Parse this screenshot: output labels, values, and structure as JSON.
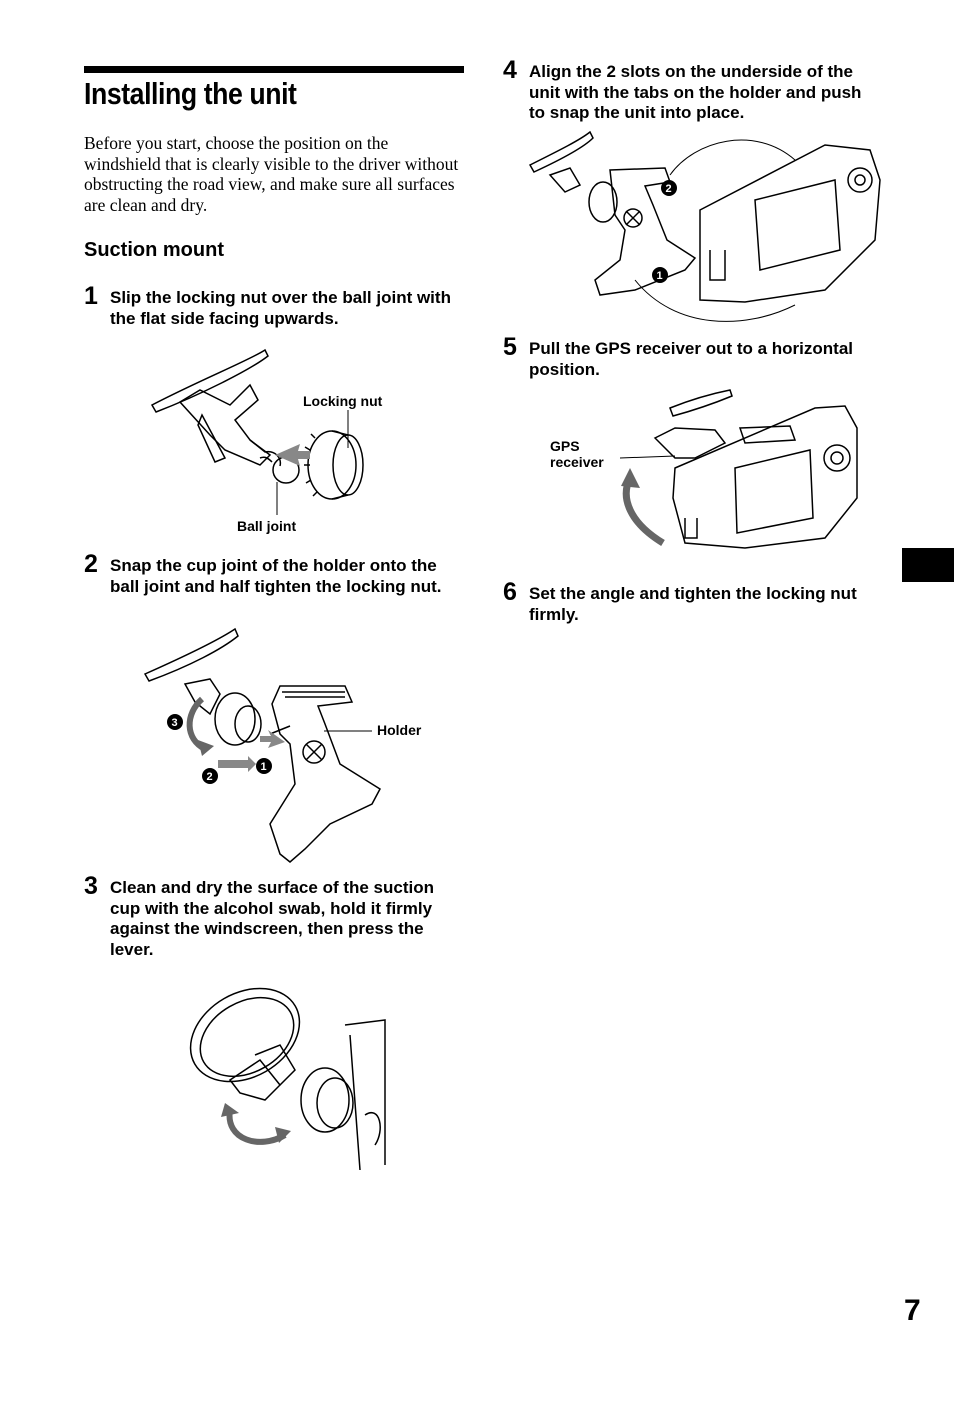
{
  "page": {
    "title": "Installing the unit",
    "intro": "Before you start, choose the position on the windshield that is clearly visible to the driver without obstructing the road view, and make sure all surfaces are clean and dry.",
    "section": "Suction mount",
    "page_number": "7"
  },
  "steps": [
    {
      "num": "1",
      "text": "Slip the locking nut over the ball joint with the flat side facing upwards."
    },
    {
      "num": "2",
      "text": "Snap the cup joint of the holder onto the ball joint and half tighten the locking nut."
    },
    {
      "num": "3",
      "text": "Clean and dry the surface of the suction cup with the alcohol swab, hold it firmly against the windscreen, then press the lever."
    },
    {
      "num": "4",
      "text": "Align the 2 slots on the underside of the unit with the tabs on the holder and push to snap the unit into place."
    },
    {
      "num": "5",
      "text": "Pull the GPS receiver out to a horizontal position."
    },
    {
      "num": "6",
      "text": "Set the angle and tighten the locking nut firmly."
    }
  ],
  "figures": {
    "fig1": {
      "label_locking_nut": "Locking nut",
      "label_ball_joint": "Ball joint"
    },
    "fig2": {
      "label_holder": "Holder",
      "badge1": "1",
      "badge2": "2",
      "badge3": "3"
    },
    "fig4": {
      "badge1": "1",
      "badge2": "2"
    },
    "fig5": {
      "label_gps_line1": "GPS",
      "label_gps_line2": "receiver"
    }
  }
}
